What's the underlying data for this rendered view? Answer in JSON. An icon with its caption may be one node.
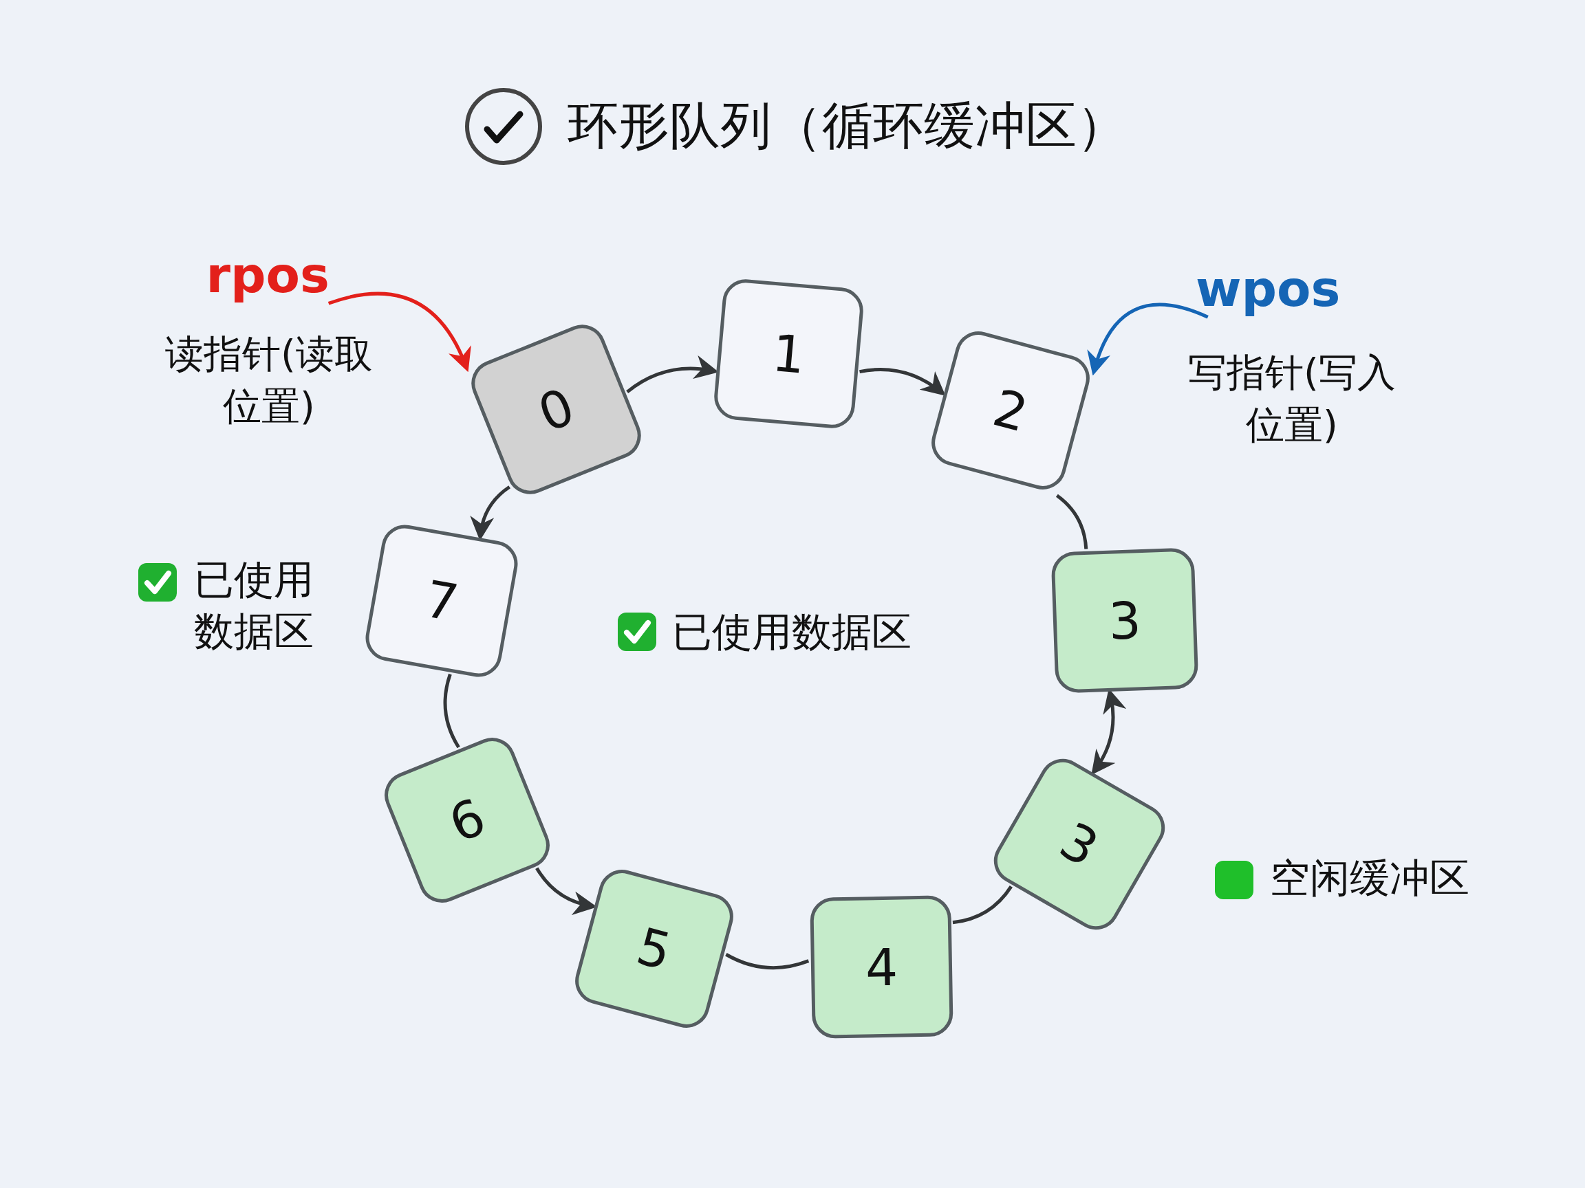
{
  "diagram": {
    "title": "环形队列（循环缓冲区）",
    "nodes": [
      {
        "text": [
          "0"
        ]
      },
      {
        "text": [
          "1"
        ]
      },
      {
        "text": [
          "2"
        ]
      },
      {
        "text": [
          "3"
        ]
      },
      {
        "text": [
          "3"
        ]
      },
      {
        "text": [
          "4"
        ]
      },
      {
        "text": [
          "5"
        ]
      },
      {
        "text": [
          "6"
        ]
      },
      {
        "text": [
          "7"
        ]
      },
      {
        "text": [
          "rpos"
        ],
        "beside": [
          "读指针(读取位置)"
        ]
      },
      {
        "text": [
          "wpos"
        ],
        "beside": [
          "写指针(写入位置)"
        ]
      }
    ],
    "edges": [
      {
        "from": 0,
        "to": 1,
        "arrow": "to"
      },
      {
        "from": 1,
        "to": 2,
        "arrow": "to"
      },
      {
        "from": 2,
        "to": 3,
        "arrow": "none"
      },
      {
        "from": 4,
        "to": 3,
        "arrow": "both"
      },
      {
        "from": 4,
        "to": 5,
        "arrow": "none"
      },
      {
        "from": 5,
        "to": 6,
        "arrow": "none"
      },
      {
        "from": 7,
        "to": 6,
        "arrow": "to"
      },
      {
        "from": 8,
        "to": 7,
        "arrow": "none"
      },
      {
        "from": 0,
        "to": 8,
        "arrow": "to"
      },
      {
        "from": 9,
        "to": 0,
        "arrow": "to",
        "color": "#e3201b"
      },
      {
        "from": 10,
        "to": 2,
        "arrow": "to",
        "color": "#1565b5"
      }
    ],
    "legend": [
      {
        "text": "已使用数据区"
      },
      {
        "text": "已使用数据区"
      },
      {
        "text": "空闲缓冲区",
        "color": "#1fbf2a"
      }
    ]
  }
}
